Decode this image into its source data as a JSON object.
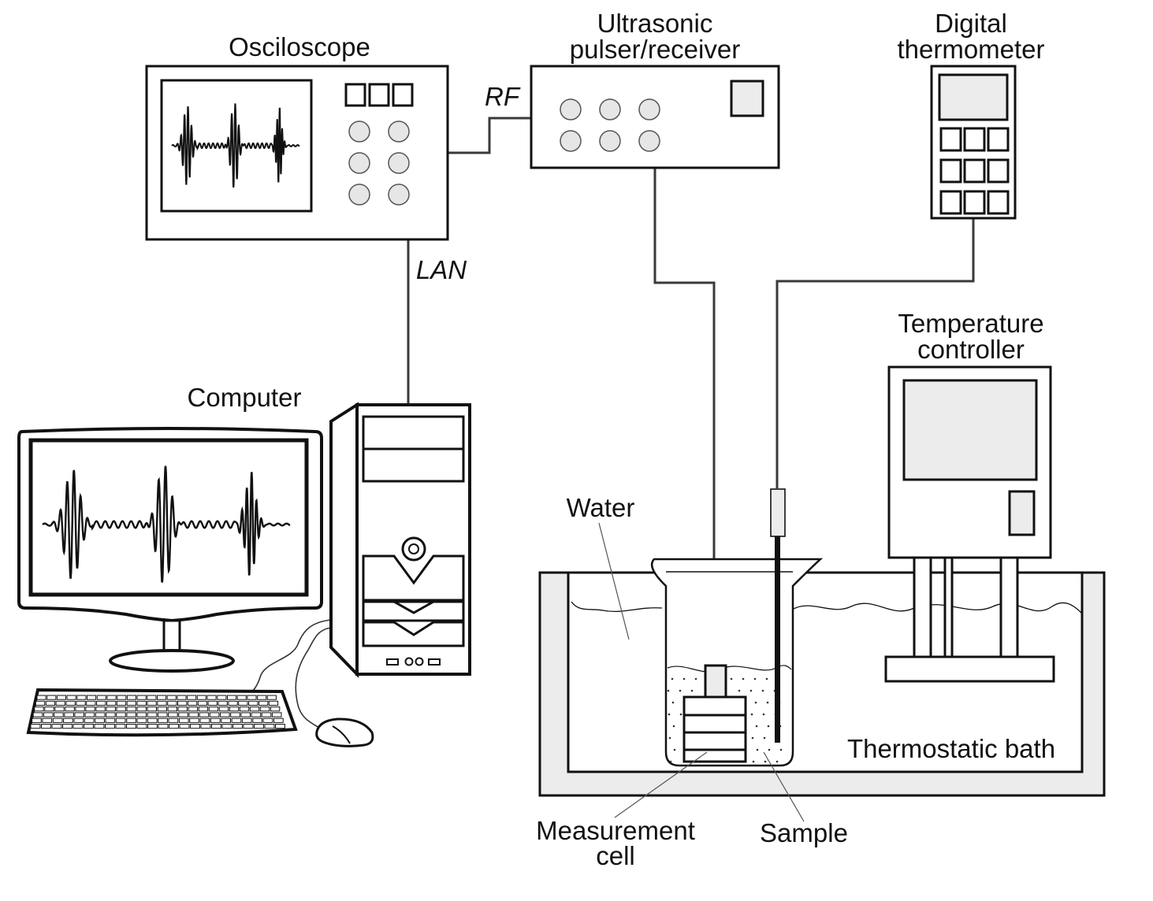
{
  "labels": {
    "oscilloscope": "Osciloscope",
    "ultrasonic_line1": "Ultrasonic",
    "ultrasonic_line2": "pulser/receiver",
    "thermometer_line1": "Digital",
    "thermometer_line2": "thermometer",
    "rf": "RF",
    "lan": "LAN",
    "computer": "Computer",
    "temp_controller_line1": "Temperature",
    "temp_controller_line2": "controller",
    "water": "Water",
    "thermostatic_bath": "Thermostatic bath",
    "measurement_line1": "Measurement",
    "measurement_line2": "cell",
    "sample": "Sample"
  },
  "colors": {
    "line": "#111111",
    "cable": "#3a3a3a",
    "knob_fill": "#e6e6e6",
    "panel_gray": "#ececec"
  }
}
